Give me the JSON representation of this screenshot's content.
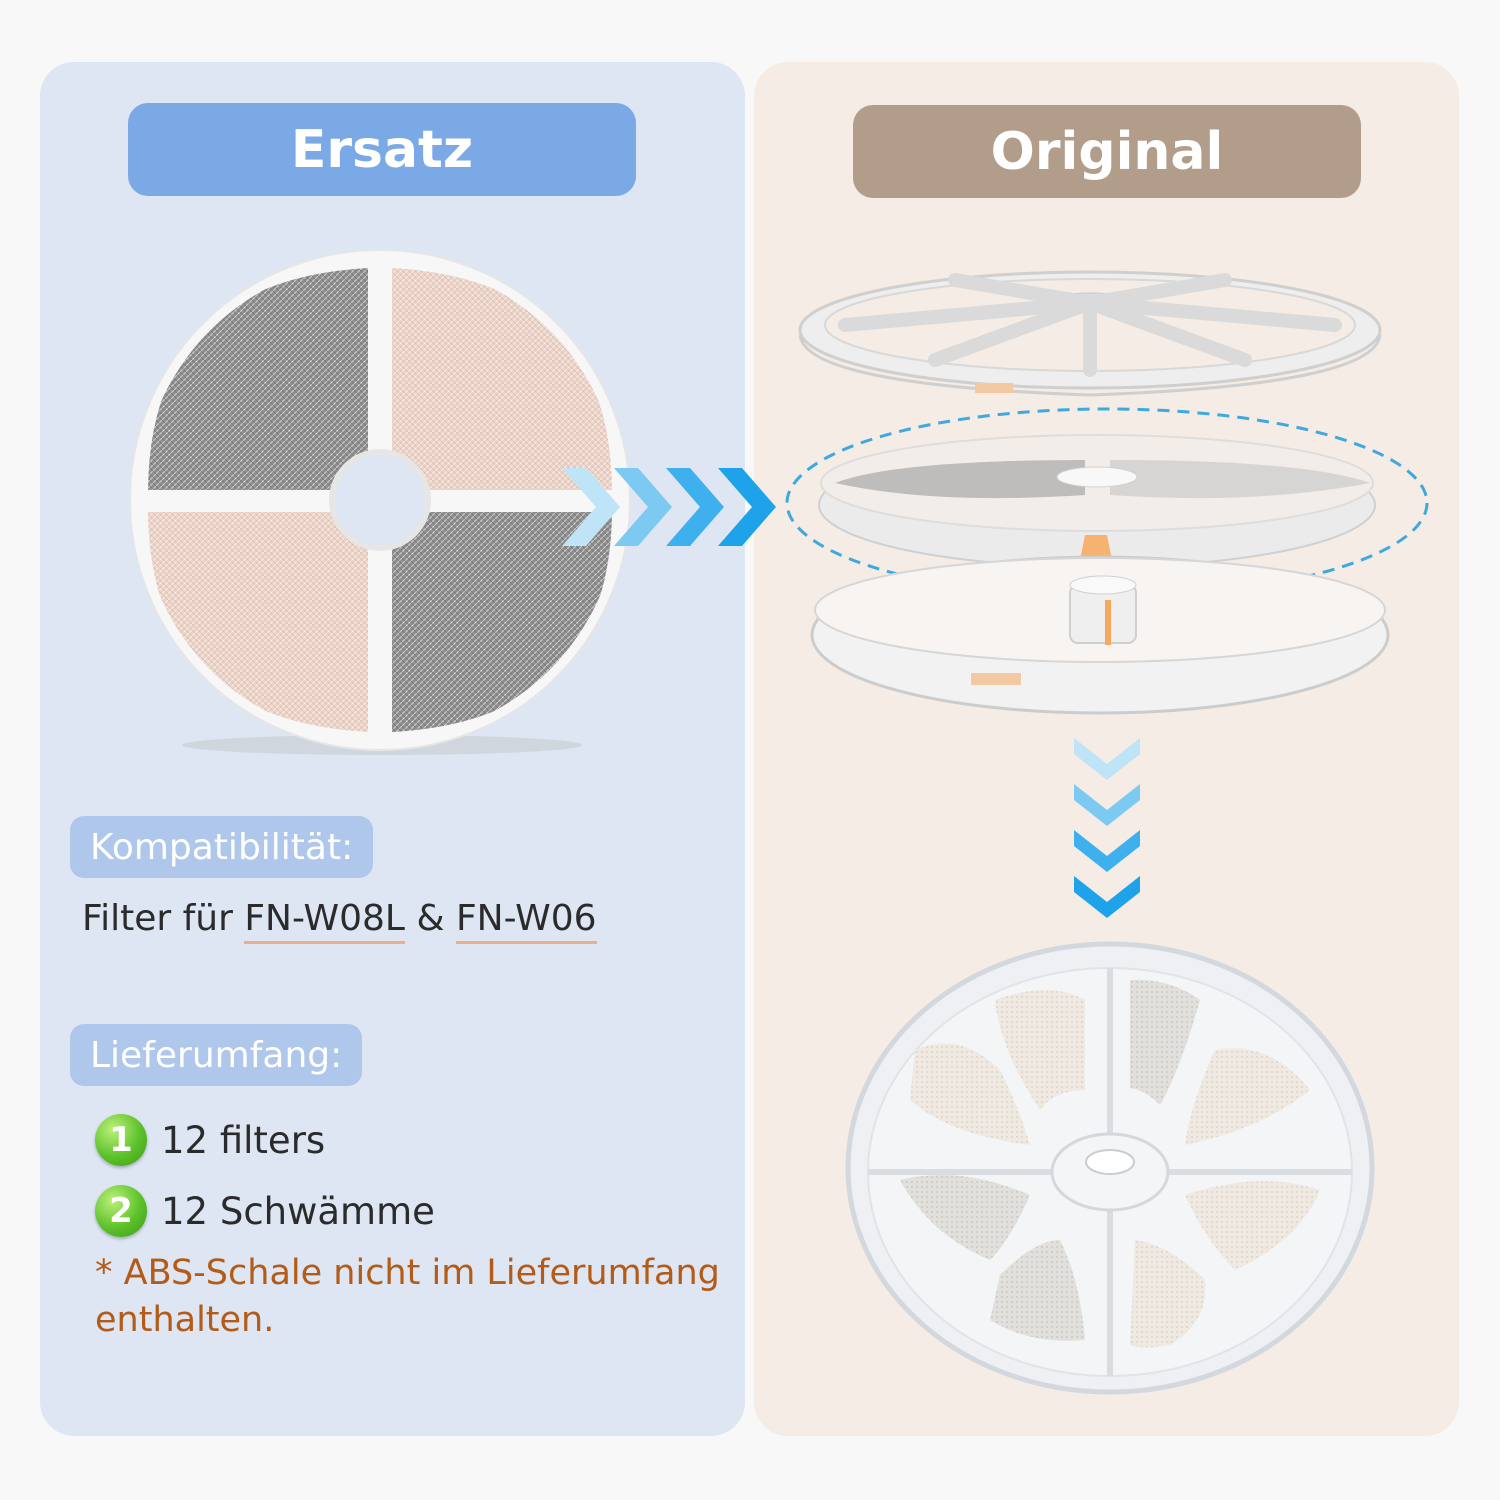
{
  "header": {
    "left_label": "Ersatz",
    "right_label": "Original"
  },
  "compatibility": {
    "heading": "Kompatibilität:",
    "prefix": "Filter für",
    "model_a": "FN-W08L",
    "joiner": "&",
    "model_b": "FN-W06"
  },
  "delivery": {
    "heading": "Lieferumfang:",
    "items": [
      {
        "num": "1",
        "text": "12 filters"
      },
      {
        "num": "2",
        "text": "12 Schwämme"
      }
    ],
    "note": "* ABS-Schale nicht im Lieferumfang enthalten."
  },
  "colors": {
    "left_panel": "#dde6f2",
    "right_panel": "#f4ece5",
    "ersatz_pill": "#7aa9e6",
    "original_pill": "#b29d8b",
    "tag": "#afc7ea",
    "note": "#b35b17",
    "arrow": "#1ea3ea",
    "badge": "#5cc22a"
  },
  "icons": [
    "arrow-right-chevrons-icon",
    "arrow-down-chevrons-icon"
  ]
}
